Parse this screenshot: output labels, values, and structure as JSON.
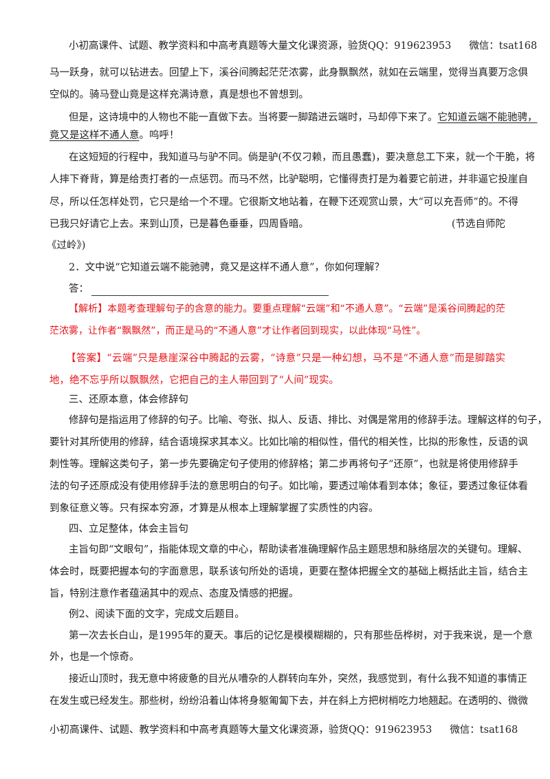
{
  "header": {
    "text": "小初高课件、试题、教学资料和中高考真题等大量文化课资源，验货QQ：919623953",
    "wechat": "微信：tsat168"
  },
  "footer": {
    "text": "小初高课件、试题、教学资料和中高考真题等大量文化课资源，验货QQ：919623953",
    "wechat": "微信：tsat168"
  },
  "lines": {
    "l1": "马一跃身，就可以钻进去。回望上下，溪谷间腾起茫茫浓雾，此身飘飘然，就如在云端里，觉得当真要万念俱",
    "l2": "空似的。骑马登山竟是这样充满诗意，真是想也不曾想到。",
    "l3a": "但是，这诗境中的人物也不能一直做下去。当将要一脚踏进云端时，马却停下来了。",
    "l3b": "它知道云端不能驰骋，",
    "l4a": "竟又是这样不通人意",
    "l4b": "。呜呼！",
    "l5": "在这短短的行程中，我知道马与驴不同。倘是驴(不仅刁赖，而且愚蠢)，要决意怠工下来，就一个干脆，将",
    "l6": "人摔下脊背，算是给责打者的一点惩罚。而马不然，比驴聪明，它懂得责打是为着要它前进，并非逼它投崖自",
    "l7": "尽，所以任怎样处罚，它只是给一个不理。它很斯文地站着，在鞭下还观赏山景，大“可以充吾师”的。不得",
    "l8a": "已我只好请它上去。来到山顶，已是暮色垂垂，四周昏暗。",
    "l8b": "(节选自师陀",
    "l9": "《过岭》)",
    "q2": "2．文中说“它知道云端不能驰骋，竟又是这样不通人意”，你如何理解？",
    "answer_label": "答：",
    "analysis1": "【解析】本题考查理解句子的含意的能力。要重点理解“云端”和“不通人意”。“云端”是溪谷间腾起的茫",
    "analysis2": "茫浓雾，让作者“飘飘然”，而正是马的“不通人意”才让作者回到现实，以此体现“马性”。",
    "key1": "【答案】“云端”只是悬崖深谷中腾起的云雾，“诗意”只是一种幻想，马不是“不通人意”而是脚踏实",
    "key2": "地，绝不忘乎所以飘飘然，它把自己的主人带回到了“人间”现实。",
    "s3": "三、还原本意，体会修辞句",
    "p3_1": "修辞句是指运用了修辞的句子。比喻、夸张、拟人、反语、排比、对偶是常用的修辞手法。理解这样的句子，",
    "p3_2": "要针对其所使用的修辞，结合语境探求其本义。比如比喻的相似性，借代的相关性，比拟的形象性，反语的讽",
    "p3_3": "刺性等。理解这类句子，第一步先要确定句子使用的修辞格；第二步再将句子“还原”，也就是将使用修辞手",
    "p3_4": "法的句子还原成没有使用修辞手法的意思明白的句子。如比喻，要透过喻体看到本体；象征，要透过象征体看",
    "p3_5": "到象征意义等。只有探本穷源，才算是从根本上理解掌握了实质性的内容。",
    "s4": "四、立足整体，体会主旨句",
    "p4_1": "主旨句即“文眼句”，指能体现文章的中心，帮助读者准确理解作品主题思想和脉络层次的关键句。理解、",
    "p4_2": "体会时，既要把握本句的字面意思，联系该句所处的语境，更要在整体把握全文的基础上概括此主旨，结合主",
    "p4_3": "旨，特别注意作者蕴涵其中的观点、态度及情感的把握。",
    "ex2": "例2、阅读下面的文字，完成文后题目。",
    "p5_1": "第一次去长白山，是1995年的夏天。事后的记忆是模模糊糊的，只有那些岳桦树，对于我来说，是一个意",
    "p5_2": "外，也是一个惊奇。",
    "p6_1": "接近山顶时，我无意中将疲惫的目光从嘈杂的人群转向车外，突然，我感觉到，有什么我不知道的事情正",
    "p6_2": "在发生或已经发生。那些树，纷纷沿着山体将身躯匍匐下去，并在斜上方把树梢吃力地翘起。在透明的、微微"
  },
  "colors": {
    "answer_red": "#e8161b",
    "text": "#222222"
  }
}
